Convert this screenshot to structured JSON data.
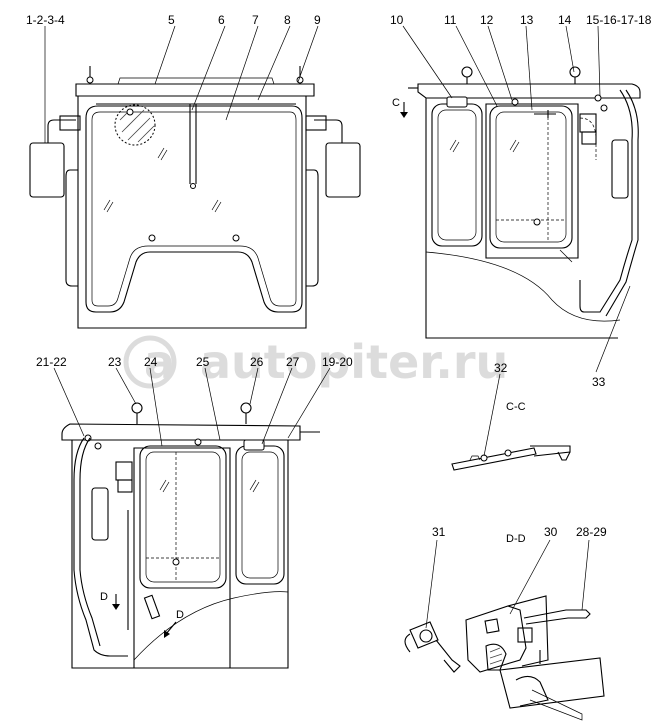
{
  "watermark": "autopiter.ru",
  "callouts": {
    "front": [
      "1-2-3-4",
      "5",
      "6",
      "7",
      "8",
      "9"
    ],
    "right": [
      "10",
      "11",
      "12",
      "13",
      "14",
      "15-16-17-18",
      "33"
    ],
    "left": [
      "21-22",
      "23",
      "24",
      "25",
      "26",
      "27",
      "19-20"
    ],
    "section_cc": [
      "32"
    ],
    "section_dd": [
      "31",
      "30",
      "28-29"
    ]
  },
  "section_labels": {
    "cc_title": "C-C",
    "dd_title": "D-D",
    "c_marker": "C",
    "d_marker_1": "D",
    "d_marker_2": "D"
  }
}
